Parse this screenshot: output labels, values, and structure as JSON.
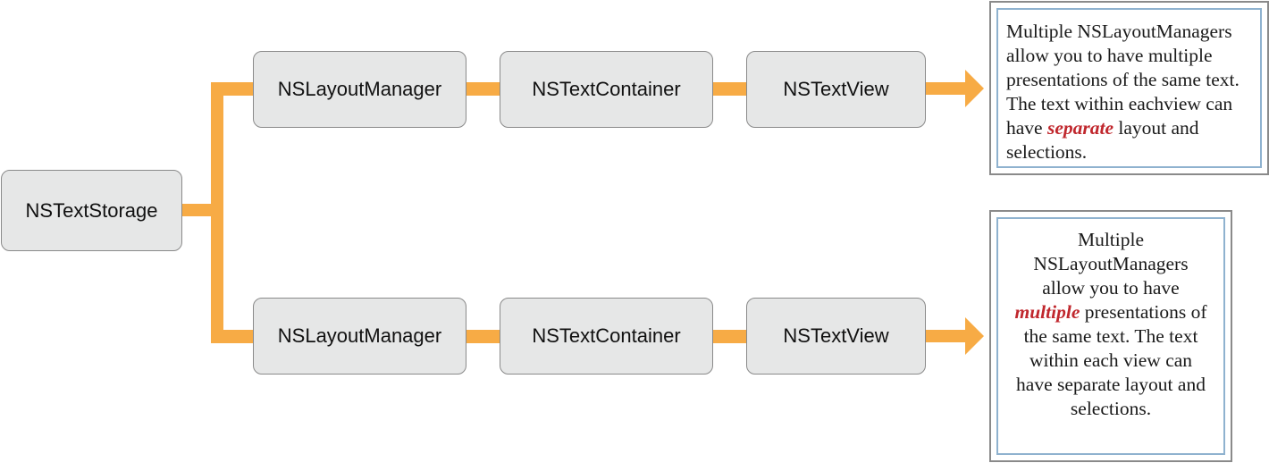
{
  "storage": {
    "label": "NSTextStorage"
  },
  "rows": [
    {
      "layout_manager": "NSLayoutManager",
      "text_container": "NSTextContainer",
      "text_view": "NSTextView"
    },
    {
      "layout_manager": "NSLayoutManager",
      "text_container": "NSTextContainer",
      "text_view": "NSTextView"
    }
  ],
  "notes": [
    {
      "before": "Multiple NSLayoutManagers allow you to have multiple presentations of the same text. The text within eachview can have ",
      "emphasis": "separate",
      "after": " layout and selections.",
      "align": "left"
    },
    {
      "before": "Multiple NSLayoutManagers allow you to have ",
      "emphasis": "multiple",
      "after": " presentations of the same text. The text within each view can have separate layout and selections.",
      "align": "center"
    }
  ],
  "colors": {
    "connector": "#f7ab45",
    "node_fill": "#e6e7e7",
    "emphasis": "#c0272d",
    "note_inner_border": "#8fb2cf"
  }
}
